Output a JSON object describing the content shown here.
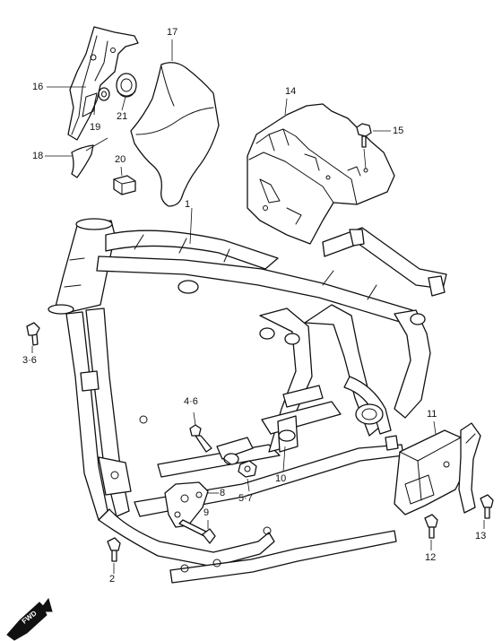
{
  "diagram": {
    "callouts": [
      {
        "id": "c1",
        "label": "1"
      },
      {
        "id": "c2",
        "label": "2"
      },
      {
        "id": "c3",
        "label": "3·6"
      },
      {
        "id": "c4",
        "label": "4·6"
      },
      {
        "id": "c5",
        "label": "5·7"
      },
      {
        "id": "c8",
        "label": "8"
      },
      {
        "id": "c9",
        "label": "9"
      },
      {
        "id": "c10",
        "label": "10"
      },
      {
        "id": "c11",
        "label": "11"
      },
      {
        "id": "c12",
        "label": "12"
      },
      {
        "id": "c13",
        "label": "13"
      },
      {
        "id": "c14",
        "label": "14"
      },
      {
        "id": "c15",
        "label": "15"
      },
      {
        "id": "c16",
        "label": "16"
      },
      {
        "id": "c17",
        "label": "17"
      },
      {
        "id": "c18",
        "label": "18"
      },
      {
        "id": "c19",
        "label": "19"
      },
      {
        "id": "c20",
        "label": "20"
      },
      {
        "id": "c21",
        "label": "21"
      }
    ],
    "fwd_marker": "FWD",
    "colors": {
      "ink": "#111111",
      "paper": "#ffffff"
    }
  }
}
